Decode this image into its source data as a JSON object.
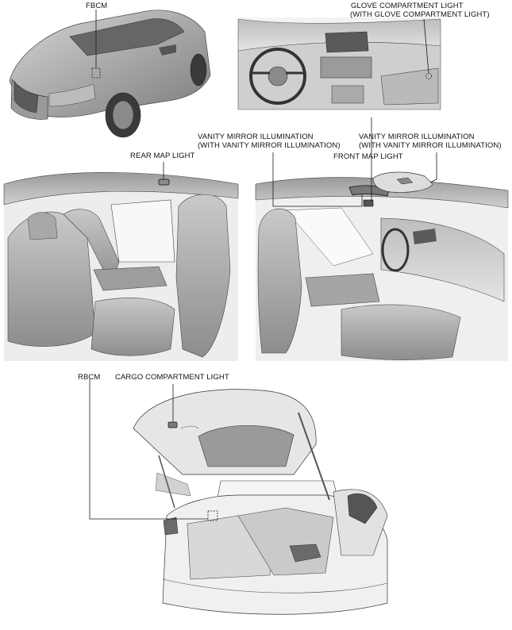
{
  "labels": {
    "fbcm": "FBCM",
    "glove_line1": "GLOVE COMPARTMENT LIGHT",
    "glove_line2": "(WITH GLOVE COMPARTMENT LIGHT)",
    "rear_map": "REAR MAP LIGHT",
    "vanity_left_line1": "VANITY MIRROR ILLUMINATION",
    "vanity_left_line2": "(WITH VANITY MIRROR ILLUMINATION)",
    "vanity_right_line1": "VANITY MIRROR ILLUMINATION",
    "vanity_right_line2": "(WITH VANITY MIRROR ILLUMINATION)",
    "front_map": "FRONT MAP LIGHT",
    "rbcm": "RBCM",
    "cargo": "CARGO COMPARTMENT LIGHT"
  }
}
